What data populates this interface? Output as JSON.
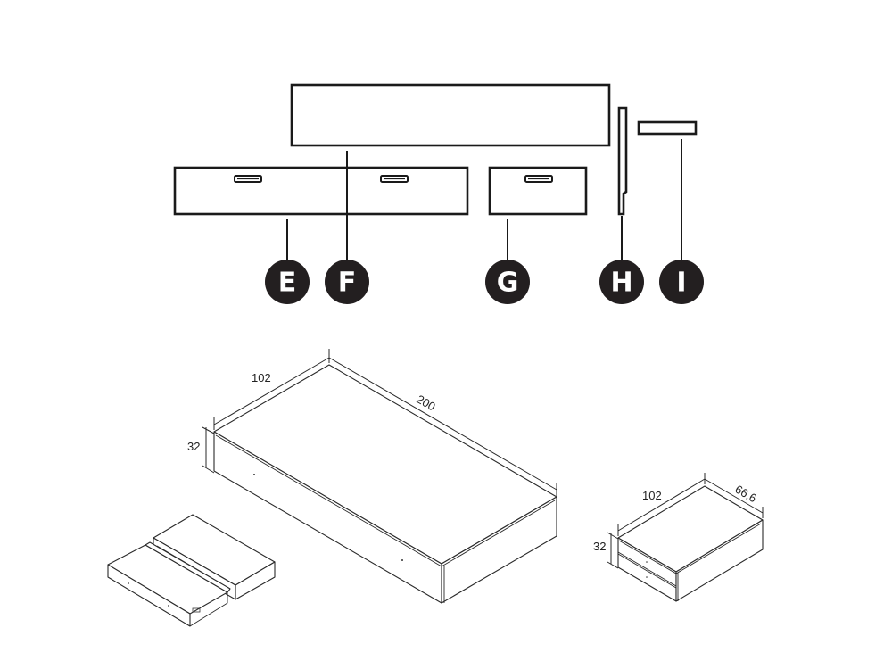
{
  "diagram": {
    "type": "furniture-parts-and-dimensions",
    "parts": [
      {
        "id": "E",
        "label": "E",
        "description": "double drawer front with two handles"
      },
      {
        "id": "F",
        "label": "F",
        "description": "long top panel"
      },
      {
        "id": "G",
        "label": "G",
        "description": "single drawer front with one handle"
      },
      {
        "id": "H",
        "label": "H",
        "description": "narrow vertical side profile"
      },
      {
        "id": "I",
        "label": "I",
        "description": "short horizontal profile"
      }
    ],
    "large_box": {
      "width_label": "102",
      "length_label": "200",
      "height_label": "32"
    },
    "small_box": {
      "width_label": "102",
      "depth_label": "66,6",
      "height_label": "32"
    },
    "exploded_view": {
      "description": "drawer pulled out of base frame"
    }
  },
  "colors": {
    "line": "#1a1a1a",
    "badge_fill": "#231f20",
    "badge_text": "#ffffff",
    "background": "#ffffff"
  }
}
